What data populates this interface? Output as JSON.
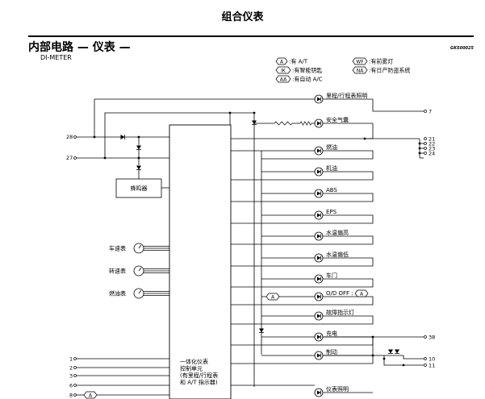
{
  "header": {
    "page_title": "组合仪表",
    "section_title": "内部电路 — 仪表 —",
    "subtitle": "DI-METER",
    "doc_code": "GKS00025"
  },
  "legend": [
    {
      "code": "A",
      "text": ":有 A/T"
    },
    {
      "code": "IK",
      "text": ":有智能钥匙"
    },
    {
      "code": "AA",
      "text": ":有自动 A/C"
    },
    {
      "code": "WF",
      "text": ":有前雾灯"
    },
    {
      "code": "NA",
      "text": ":有日产防盗系统"
    }
  ],
  "components": {
    "buzzer": "蜂鸣器",
    "unit_lines": [
      "一体化仪表",
      "控制单元",
      "(有里程/行程表",
      "和 A/T 指示器)"
    ],
    "gauges": [
      "车速表",
      "转速表",
      "燃油表"
    ]
  },
  "lamps": [
    {
      "label": "里程/行程表照明"
    },
    {
      "label": "安全气囊"
    },
    {
      "label": "燃油"
    },
    {
      "label": "机油"
    },
    {
      "label": "ABS"
    },
    {
      "label": "EPS"
    },
    {
      "label": "水温偏高"
    },
    {
      "label": "水温偏低"
    },
    {
      "label": "车门"
    },
    {
      "label": "O/D OFF :",
      "tag": "A"
    },
    {
      "label": "故障指示灯"
    },
    {
      "label": "充电"
    },
    {
      "label": "制动"
    },
    {
      "label": "仪表照明"
    }
  ],
  "terminals": {
    "left": [
      "28",
      "27",
      "1",
      "2",
      "3",
      "6",
      "8"
    ],
    "right": [
      "7",
      "21",
      "22",
      "23",
      "24",
      "38",
      "10",
      "11"
    ],
    "left_inline_tag": "A",
    "od_inline_tag": "A"
  }
}
